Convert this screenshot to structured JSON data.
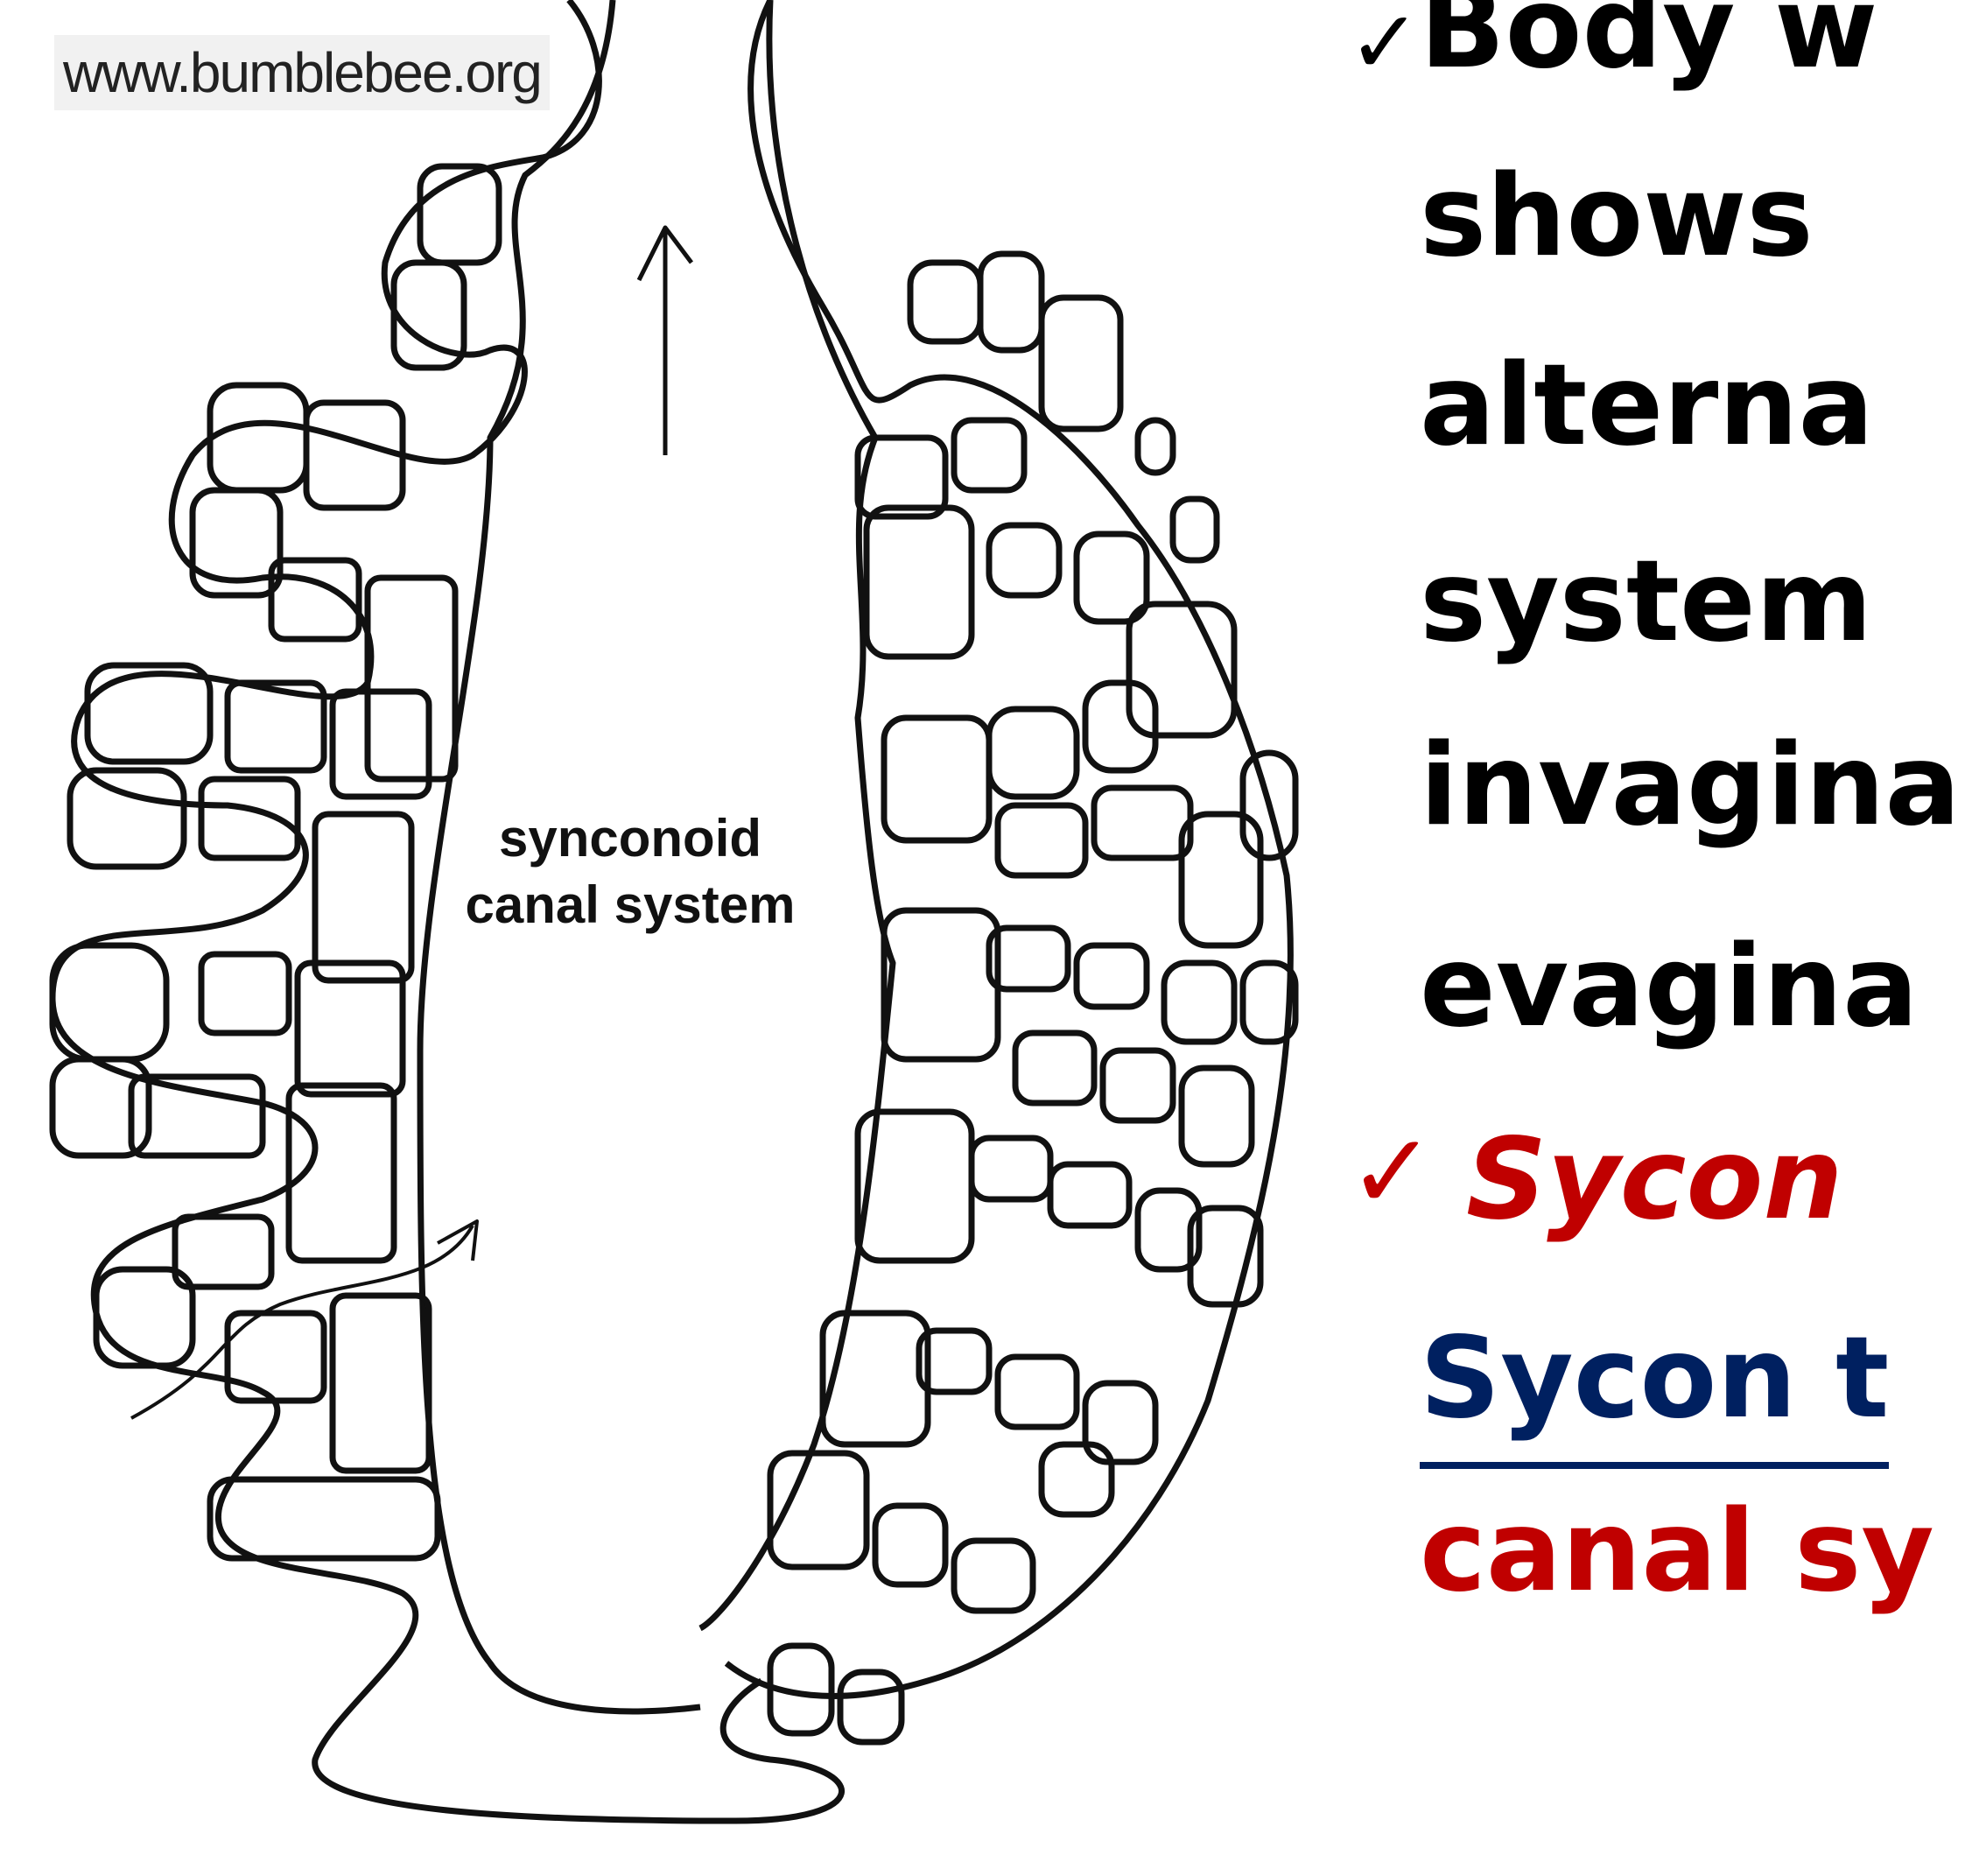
{
  "diagram": {
    "watermark": "www.bumblebee.org",
    "label_line1": "synconoid",
    "label_line2": "canal system"
  },
  "slide_text": {
    "bullet1_check": "✓",
    "bullet1_line1": "Body w",
    "bullet1_line2": "shows",
    "bullet1_line3": "alterna",
    "bullet1_line4": "system",
    "bullet1_line5": "invagina",
    "bullet1_line6": "evagina",
    "bullet2_check": "✓",
    "bullet2_line1": "Sycon",
    "heading": "Sycon t",
    "heading_line2": "canal sy"
  },
  "colors": {
    "black": "#000000",
    "red": "#c00000",
    "blue": "#002060"
  }
}
